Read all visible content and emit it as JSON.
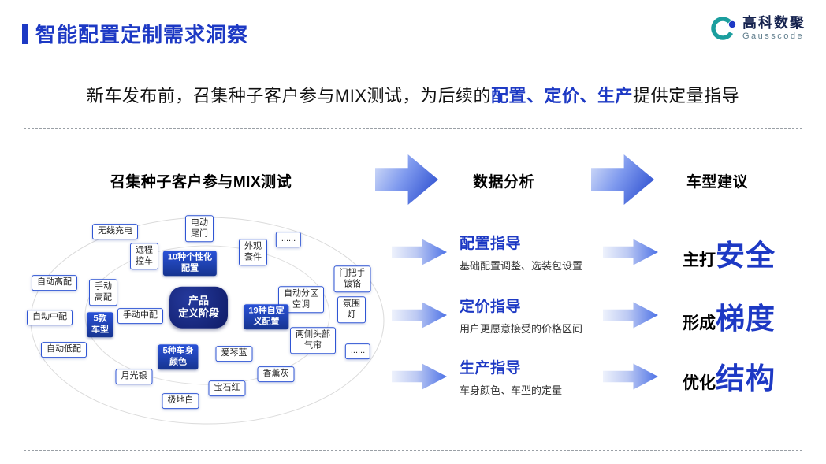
{
  "header": {
    "title": "智能配置定制需求洞察",
    "logo": {
      "name": "高科数聚",
      "caption": "Gausscode"
    }
  },
  "subtitle": {
    "pre": "新车发布前，召集种子客户参与MIX测试，为后续的",
    "highlight": "配置、定价、生产",
    "post": "提供定量指导"
  },
  "columns": {
    "left_heading": "召集种子客户参与MIX测试",
    "middle_heading": "数据分析",
    "right_heading": "车型建议"
  },
  "diagram": {
    "center_label": "产品\n定义阶段",
    "nodes": [
      {
        "label": "无线充电"
      },
      {
        "label": "电动\n尾门"
      },
      {
        "label": "远程\n控车"
      },
      {
        "label": "外观\n套件"
      },
      {
        "label": "......"
      },
      {
        "label": "10种个性化\n配置"
      },
      {
        "label": "自动高配"
      },
      {
        "label": "手动\n高配"
      },
      {
        "label": "自动中配"
      },
      {
        "label": "手动中配"
      },
      {
        "label": "5款\n车型"
      },
      {
        "label": "自动低配"
      },
      {
        "label": "门把手\n镀铬"
      },
      {
        "label": "自动分区\n空调"
      },
      {
        "label": "氛围\n灯"
      },
      {
        "label": "19种自定\n义配置"
      },
      {
        "label": "两侧头部\n气帘"
      },
      {
        "label": "......"
      },
      {
        "label": "5种车身\n颜色"
      },
      {
        "label": "爱琴蓝"
      },
      {
        "label": "香薰灰"
      },
      {
        "label": "月光银"
      },
      {
        "label": "宝石红"
      },
      {
        "label": "极地白"
      }
    ]
  },
  "analysis_rows": [
    {
      "title": "配置指导",
      "desc": "基础配置调整、选装包设置"
    },
    {
      "title": "定价指导",
      "desc": "用户更愿意接受的价格区间"
    },
    {
      "title": "生产指导",
      "desc": "车身颜色、车型的定量"
    }
  ],
  "suggestions": [
    {
      "prefix": "主打",
      "keyword": "安全"
    },
    {
      "prefix": "形成",
      "keyword": "梯度"
    },
    {
      "prefix": "优化",
      "keyword": "结构"
    }
  ],
  "colors": {
    "accent": "#1d39c4",
    "logo_teal": "#1b9e9e"
  }
}
